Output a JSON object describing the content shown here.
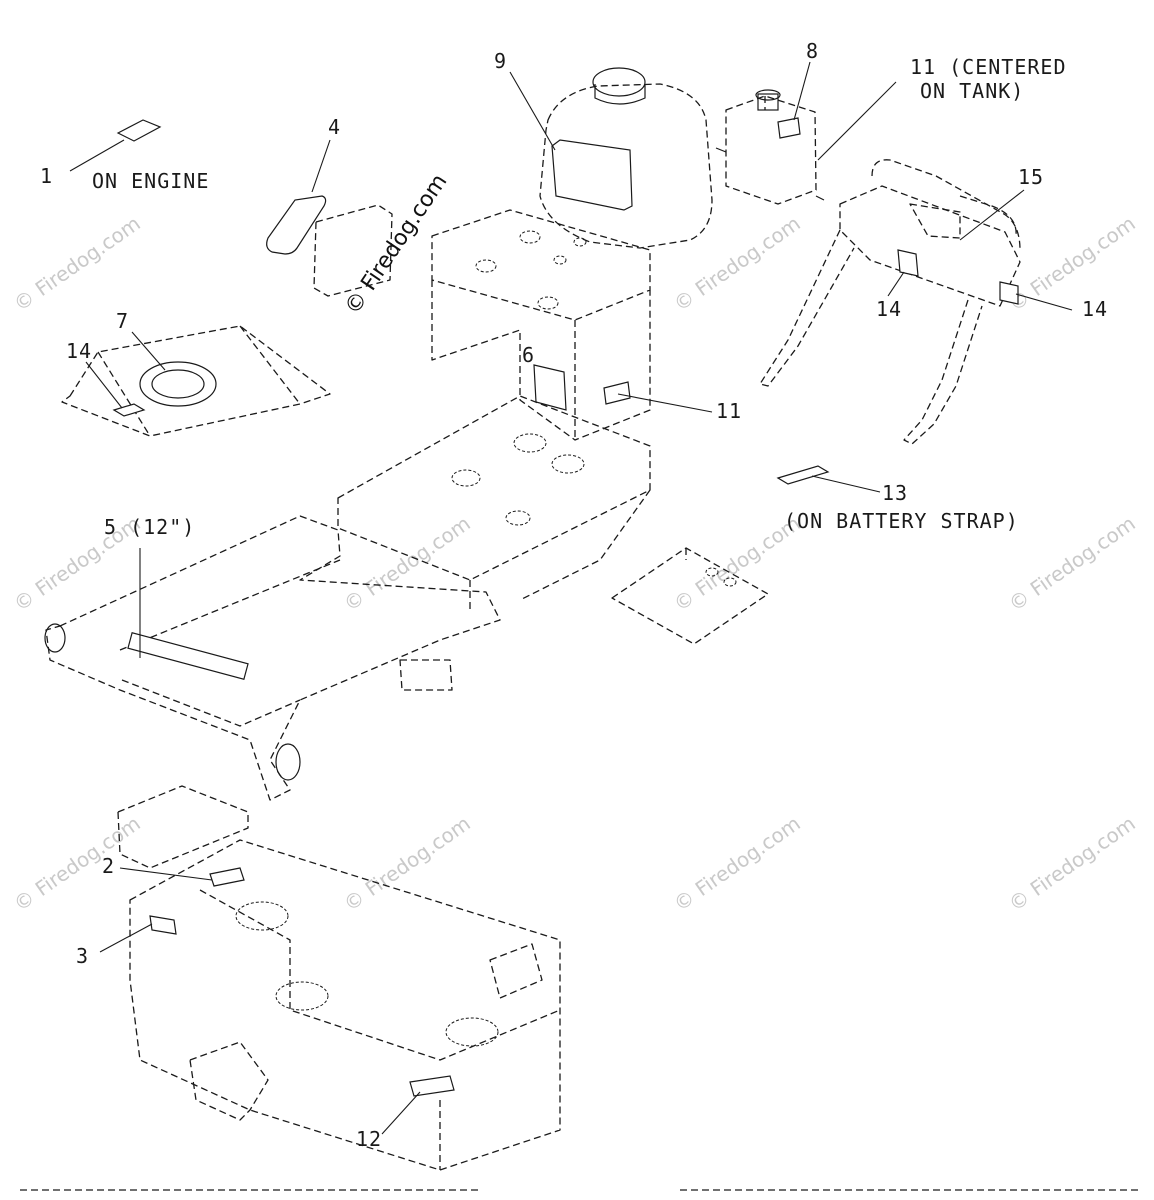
{
  "diagram": {
    "watermark_main": "© Firedog.com",
    "watermark_faint": "© Firedog.com",
    "callouts": [
      {
        "id": "c1",
        "number": "1",
        "note": "ON ENGINE"
      },
      {
        "id": "c2",
        "number": "2",
        "note": ""
      },
      {
        "id": "c3",
        "number": "3",
        "note": ""
      },
      {
        "id": "c4",
        "number": "4",
        "note": ""
      },
      {
        "id": "c5",
        "number": "5 (12\")",
        "note": ""
      },
      {
        "id": "c6",
        "number": "6",
        "note": ""
      },
      {
        "id": "c7",
        "number": "7",
        "note": ""
      },
      {
        "id": "c8",
        "number": "8",
        "note": ""
      },
      {
        "id": "c9",
        "number": "9",
        "note": ""
      },
      {
        "id": "c11a",
        "number": "11 (CENTERED",
        "note": "ON TANK)"
      },
      {
        "id": "c11b",
        "number": "11",
        "note": ""
      },
      {
        "id": "c12",
        "number": "12",
        "note": ""
      },
      {
        "id": "c13",
        "number": "13",
        "note": "(ON BATTERY STRAP)"
      },
      {
        "id": "c14a",
        "number": "14",
        "note": ""
      },
      {
        "id": "c14b",
        "number": "14",
        "note": ""
      },
      {
        "id": "c14c",
        "number": "14",
        "note": ""
      },
      {
        "id": "c15",
        "number": "15",
        "note": ""
      }
    ]
  }
}
